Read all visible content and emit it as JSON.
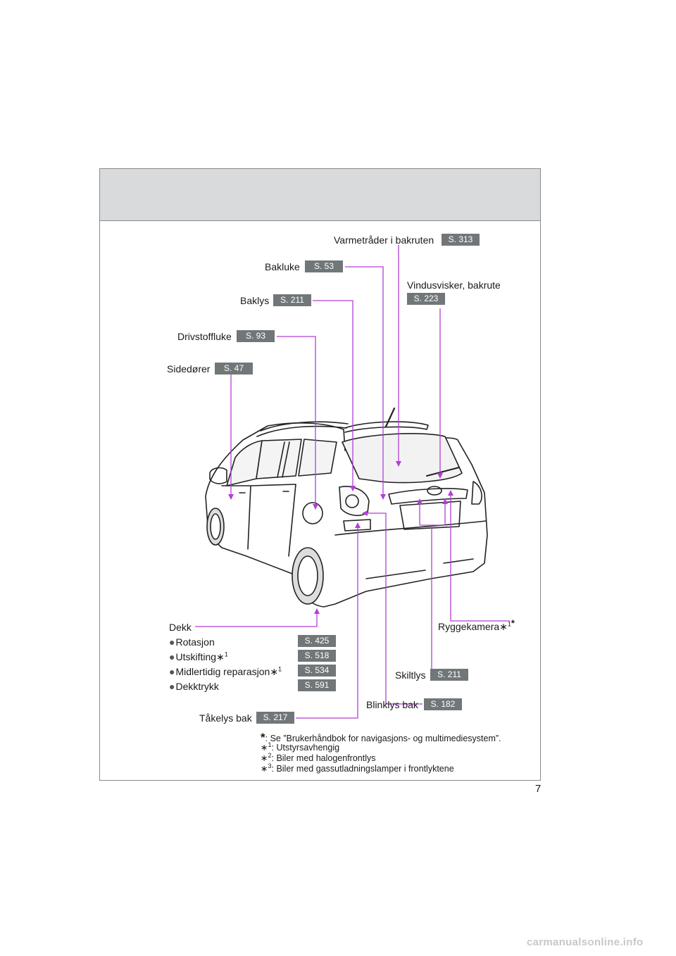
{
  "labels": {
    "varmetrader": {
      "text": "Varmetråder i bakruten",
      "ref": "S. 313"
    },
    "bakluke": {
      "text": "Bakluke",
      "ref": "S. 53"
    },
    "vindusvisker": {
      "text": "Vindusvisker, bakrute",
      "ref": "S. 223"
    },
    "baklys": {
      "text": "Baklys",
      "ref": "S. 211"
    },
    "drivstoffluke": {
      "text": "Drivstoffluke",
      "ref": "S. 93"
    },
    "sidedorer": {
      "text": "Sidedører",
      "ref": "S. 47"
    },
    "dekk": {
      "text": "Dekk"
    },
    "rotasjon": {
      "text": "Rotasjon",
      "ref": "S. 425"
    },
    "utskifting": {
      "text": "Utskifting",
      "ref": "S. 518"
    },
    "midlertidig": {
      "text": "Midlertidig reparasjon",
      "ref": "S. 534"
    },
    "dekktrykk": {
      "text": "Dekktrykk",
      "ref": "S. 591"
    },
    "ryggekamera": {
      "text": "Ryggekamera"
    },
    "skiltlys": {
      "text": "Skiltlys",
      "ref": "S. 211"
    },
    "blinklys": {
      "text": "Blinklys bak",
      "ref": "S. 182"
    },
    "takelys": {
      "text": "Tåkelys bak",
      "ref": "S. 217"
    }
  },
  "footnotes": [
    ": Se ”Brukerhåndbok for navigasjons- og multimediesystem”.",
    ": Utstyrsavhengig",
    ": Biler med halogenfrontlys",
    ": Biler med gassutladningslamper i frontlyktene"
  ],
  "page_number": "7",
  "watermark": "carmanualsonline.info",
  "colors": {
    "leader": "#b23fd6",
    "ref_bg": "#717779",
    "header": "#d8dadb"
  }
}
